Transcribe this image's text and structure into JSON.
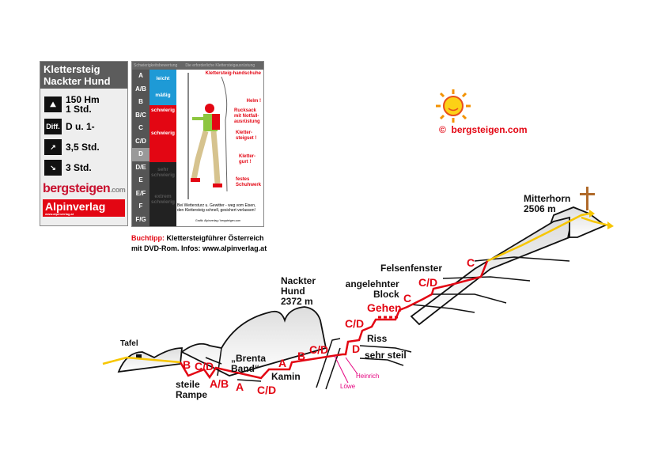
{
  "card": {
    "title_line1": "Klettersteig",
    "title_line2": "Nackter Hund",
    "height_gain": "150 Hm",
    "climb_time": "1 Std.",
    "diff_icon": "Diff.",
    "difficulty": "D u. 1-",
    "ascent_time": "3,5 Std.",
    "descent_time": "3 Std.",
    "logo_bergsteigen": "bergsteigen",
    "logo_com": ".com",
    "logo_alpinverlag": "Alpinverlag",
    "logo_alpinverlag_url": "www.alpinverlag.at"
  },
  "grades": {
    "header_left": "Schwierigkeitsbewertung",
    "header_right": "Die erforderliche Klettersteigausrüstung",
    "levels": [
      "A",
      "A/B",
      "B",
      "B/C",
      "C",
      "C/D",
      "D",
      "D/E",
      "E",
      "E/F",
      "F",
      "F/G"
    ],
    "bands": [
      "leicht",
      "mäßig",
      "schwierig",
      "schwierig",
      "sehr schwierig",
      "extrem schwierig"
    ],
    "equipment": [
      "Klettersteig-handschuhe",
      "Helm !",
      "Rucksack mit Notfall-ausrüstung",
      "Kletter-steigset !",
      "Kletter-gurt !",
      "festes Schuhwerk"
    ],
    "warning": "Bei Wettersturz u. Gewitter - weg vom Eisen, den Klettersteig schnell, gesichert verlassen!",
    "credit": "Grafik: Alpinverlag / bergsteigen.com"
  },
  "booktip": {
    "label": "Buchtipp:",
    "line1": " Klettersteigführer Österreich",
    "line2": "mit DVD-Rom. Infos: www.alpinverlag.at"
  },
  "copyright": "©  bergsteigen.com",
  "labels": {
    "tafel": "Tafel",
    "steile": "steile",
    "rampe": "Rampe",
    "brenta1": "„Brenta",
    "brenta2": "Band“",
    "kamin": "Kamin",
    "nh1": "Nackter",
    "nh2": "Hund",
    "nh3": "2372 m",
    "riss": "Riss",
    "sehrsteil": "sehr steil",
    "block1": "angelehnter",
    "block2": "Block",
    "felsen": "Felsenfenster",
    "mh1": "Mitterhorn",
    "mh2": "2506 m",
    "heinrich": "Heinrich",
    "lowe": "Löwe"
  },
  "route_grades": {
    "g1": "B",
    "g2": "C/D",
    "g3": "A/B",
    "g4": "A",
    "g5": "C/D",
    "g6": "A",
    "g7": "B",
    "g8": "C/D",
    "g9": "D",
    "g10": "C/D",
    "g11": "Gehen",
    "g12": "C",
    "g13": "C/D",
    "g14": "C"
  },
  "colors": {
    "route": "#e30613",
    "approach": "#f7c600",
    "accent": "#e5007e"
  }
}
